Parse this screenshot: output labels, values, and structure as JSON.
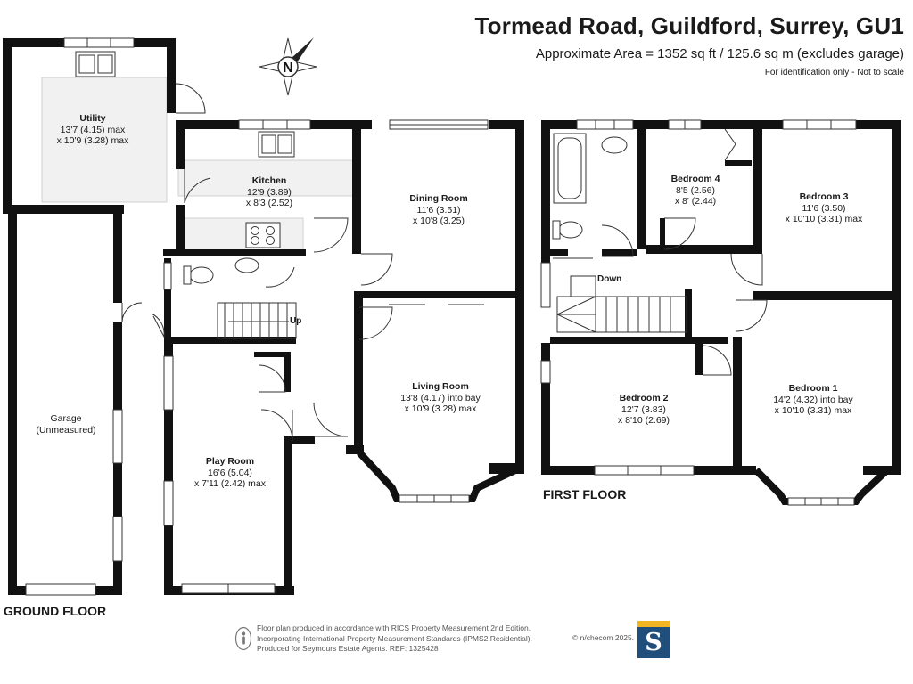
{
  "header": {
    "title": "Tormead Road, Guildford, Surrey, GU1",
    "area": "Approximate Area = 1352 sq ft / 125.6 sq m (excludes garage)",
    "note": "For identification only - Not to scale"
  },
  "compass_label": "N",
  "floors": {
    "ground": "GROUND FLOOR",
    "first": "FIRST FLOOR"
  },
  "rooms": {
    "utility": {
      "name": "Utility",
      "dim1": "13'7 (4.15) max",
      "dim2": "x 10'9 (3.28) max"
    },
    "kitchen": {
      "name": "Kitchen",
      "dim1": "12'9 (3.89)",
      "dim2": "x 8'3 (2.52)"
    },
    "dining": {
      "name": "Dining Room",
      "dim1": "11'6 (3.51)",
      "dim2": "x 10'8 (3.25)"
    },
    "living": {
      "name": "Living Room",
      "dim1": "13'8 (4.17) into bay",
      "dim2": "x 10'9 (3.28) max"
    },
    "garage": {
      "name": "Garage",
      "dim1": "(Unmeasured)"
    },
    "play": {
      "name": "Play Room",
      "dim1": "16'6 (5.04)",
      "dim2": "x 7'11 (2.42) max"
    },
    "bed4": {
      "name": "Bedroom 4",
      "dim1": "8'5 (2.56)",
      "dim2": "x 8' (2.44)"
    },
    "bed3": {
      "name": "Bedroom 3",
      "dim1": "11'6 (3.50)",
      "dim2": "x 10'10 (3.31) max"
    },
    "bed2": {
      "name": "Bedroom 2",
      "dim1": "12'7 (3.83)",
      "dim2": "x 8'10 (2.69)"
    },
    "bed1": {
      "name": "Bedroom 1",
      "dim1": "14'2 (4.32) into bay",
      "dim2": "x 10'10 (3.31) max"
    }
  },
  "stairs": {
    "up": "Up",
    "down": "Down"
  },
  "footer": {
    "line1": "Floor plan produced in accordance with RICS Property Measurement 2nd Edition,",
    "line2": "Incorporating International Property Measurement Standards (IPMS2 Residential).",
    "line3": "Produced for Seymours Estate Agents.   REF: 1325428",
    "brand": "© n/checom 2025.",
    "logo_letter": "S"
  },
  "colors": {
    "wall": "#111111",
    "logo_blue": "#1f4f7a",
    "logo_gold": "#f3b521"
  }
}
